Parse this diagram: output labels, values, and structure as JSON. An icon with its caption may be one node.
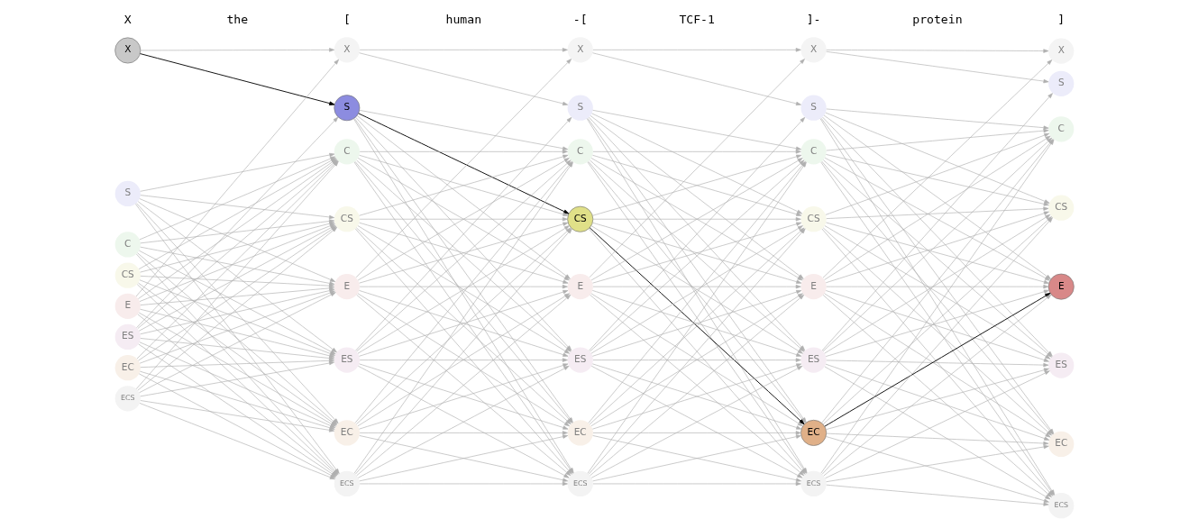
{
  "diagram": {
    "nodes": [
      {
        "text": [
          "X"
        ]
      },
      {
        "text": [
          "S"
        ]
      },
      {
        "text": [
          "C"
        ]
      },
      {
        "text": [
          "CS"
        ]
      },
      {
        "text": [
          "E"
        ]
      },
      {
        "text": [
          "ES"
        ]
      },
      {
        "text": [
          "EC"
        ]
      },
      {
        "text": [
          "ECS"
        ]
      },
      {
        "text": [
          "X"
        ]
      },
      {
        "text": [
          "S"
        ]
      },
      {
        "text": [
          "C"
        ]
      },
      {
        "text": [
          "CS"
        ]
      },
      {
        "text": [
          "E"
        ]
      },
      {
        "text": [
          "ES"
        ]
      },
      {
        "text": [
          "EC"
        ]
      },
      {
        "text": [
          "ECS"
        ]
      },
      {
        "text": [
          "X"
        ]
      },
      {
        "text": [
          "S"
        ]
      },
      {
        "text": [
          "C"
        ]
      },
      {
        "text": [
          "CS"
        ]
      },
      {
        "text": [
          "E"
        ]
      },
      {
        "text": [
          "ES"
        ]
      },
      {
        "text": [
          "EC"
        ]
      },
      {
        "text": [
          "ECS"
        ]
      },
      {
        "text": [
          "X"
        ]
      },
      {
        "text": [
          "S"
        ]
      },
      {
        "text": [
          "C"
        ]
      },
      {
        "text": [
          "CS"
        ]
      },
      {
        "text": [
          "E"
        ]
      },
      {
        "text": [
          "ES"
        ]
      },
      {
        "text": [
          "EC"
        ]
      },
      {
        "text": [
          "ECS"
        ]
      },
      {
        "text": [
          "X"
        ]
      },
      {
        "text": [
          "S"
        ]
      },
      {
        "text": [
          "C"
        ]
      },
      {
        "text": [
          "CS"
        ]
      },
      {
        "text": [
          "E"
        ]
      },
      {
        "text": [
          "ES"
        ]
      },
      {
        "text": [
          "EC"
        ]
      },
      {
        "text": [
          "ECS"
        ]
      }
    ],
    "edges": [
      {
        "from": 0,
        "to": 8,
        "arrow": "to"
      },
      {
        "from": 0,
        "to": 9,
        "arrow": "to",
        "color": "#000000"
      },
      {
        "from": 4,
        "to": 8,
        "arrow": "to"
      },
      {
        "from": 5,
        "to": 9,
        "arrow": "to"
      },
      {
        "from": 1,
        "to": 10,
        "arrow": "to"
      },
      {
        "from": 1,
        "to": 11,
        "arrow": "to"
      },
      {
        "from": 1,
        "to": 12,
        "arrow": "to"
      },
      {
        "from": 1,
        "to": 13,
        "arrow": "to"
      },
      {
        "from": 1,
        "to": 14,
        "arrow": "to"
      },
      {
        "from": 1,
        "to": 15,
        "arrow": "to"
      },
      {
        "from": 2,
        "to": 10,
        "arrow": "to"
      },
      {
        "from": 2,
        "to": 11,
        "arrow": "to"
      },
      {
        "from": 2,
        "to": 12,
        "arrow": "to"
      },
      {
        "from": 2,
        "to": 13,
        "arrow": "to"
      },
      {
        "from": 2,
        "to": 14,
        "arrow": "to"
      },
      {
        "from": 2,
        "to": 15,
        "arrow": "to"
      },
      {
        "from": 3,
        "to": 10,
        "arrow": "to"
      },
      {
        "from": 3,
        "to": 11,
        "arrow": "to"
      },
      {
        "from": 3,
        "to": 12,
        "arrow": "to"
      },
      {
        "from": 3,
        "to": 13,
        "arrow": "to"
      },
      {
        "from": 3,
        "to": 14,
        "arrow": "to"
      },
      {
        "from": 3,
        "to": 15,
        "arrow": "to"
      },
      {
        "from": 4,
        "to": 10,
        "arrow": "to"
      },
      {
        "from": 4,
        "to": 11,
        "arrow": "to"
      },
      {
        "from": 4,
        "to": 12,
        "arrow": "to"
      },
      {
        "from": 4,
        "to": 13,
        "arrow": "to"
      },
      {
        "from": 4,
        "to": 14,
        "arrow": "to"
      },
      {
        "from": 4,
        "to": 15,
        "arrow": "to"
      },
      {
        "from": 5,
        "to": 10,
        "arrow": "to"
      },
      {
        "from": 5,
        "to": 11,
        "arrow": "to"
      },
      {
        "from": 5,
        "to": 12,
        "arrow": "to"
      },
      {
        "from": 5,
        "to": 13,
        "arrow": "to"
      },
      {
        "from": 5,
        "to": 14,
        "arrow": "to"
      },
      {
        "from": 5,
        "to": 15,
        "arrow": "to"
      },
      {
        "from": 6,
        "to": 10,
        "arrow": "to"
      },
      {
        "from": 6,
        "to": 11,
        "arrow": "to"
      },
      {
        "from": 6,
        "to": 12,
        "arrow": "to"
      },
      {
        "from": 6,
        "to": 13,
        "arrow": "to"
      },
      {
        "from": 6,
        "to": 14,
        "arrow": "to"
      },
      {
        "from": 6,
        "to": 15,
        "arrow": "to"
      },
      {
        "from": 7,
        "to": 10,
        "arrow": "to"
      },
      {
        "from": 7,
        "to": 11,
        "arrow": "to"
      },
      {
        "from": 7,
        "to": 12,
        "arrow": "to"
      },
      {
        "from": 7,
        "to": 13,
        "arrow": "to"
      },
      {
        "from": 7,
        "to": 14,
        "arrow": "to"
      },
      {
        "from": 7,
        "to": 15,
        "arrow": "to"
      },
      {
        "from": 8,
        "to": 16,
        "arrow": "to"
      },
      {
        "from": 8,
        "to": 17,
        "arrow": "to"
      },
      {
        "from": 12,
        "to": 16,
        "arrow": "to"
      },
      {
        "from": 13,
        "to": 17,
        "arrow": "to"
      },
      {
        "from": 9,
        "to": 18,
        "arrow": "to"
      },
      {
        "from": 9,
        "to": 19,
        "arrow": "to",
        "color": "#000000"
      },
      {
        "from": 9,
        "to": 20,
        "arrow": "to"
      },
      {
        "from": 9,
        "to": 21,
        "arrow": "to"
      },
      {
        "from": 9,
        "to": 22,
        "arrow": "to"
      },
      {
        "from": 9,
        "to": 23,
        "arrow": "to"
      },
      {
        "from": 10,
        "to": 18,
        "arrow": "to"
      },
      {
        "from": 10,
        "to": 19,
        "arrow": "to"
      },
      {
        "from": 10,
        "to": 20,
        "arrow": "to"
      },
      {
        "from": 10,
        "to": 21,
        "arrow": "to"
      },
      {
        "from": 10,
        "to": 22,
        "arrow": "to"
      },
      {
        "from": 10,
        "to": 23,
        "arrow": "to"
      },
      {
        "from": 11,
        "to": 18,
        "arrow": "to"
      },
      {
        "from": 11,
        "to": 19,
        "arrow": "to"
      },
      {
        "from": 11,
        "to": 20,
        "arrow": "to"
      },
      {
        "from": 11,
        "to": 21,
        "arrow": "to"
      },
      {
        "from": 11,
        "to": 22,
        "arrow": "to"
      },
      {
        "from": 11,
        "to": 23,
        "arrow": "to"
      },
      {
        "from": 12,
        "to": 18,
        "arrow": "to"
      },
      {
        "from": 12,
        "to": 19,
        "arrow": "to"
      },
      {
        "from": 12,
        "to": 20,
        "arrow": "to"
      },
      {
        "from": 12,
        "to": 21,
        "arrow": "to"
      },
      {
        "from": 12,
        "to": 22,
        "arrow": "to"
      },
      {
        "from": 12,
        "to": 23,
        "arrow": "to"
      },
      {
        "from": 13,
        "to": 18,
        "arrow": "to"
      },
      {
        "from": 13,
        "to": 19,
        "arrow": "to"
      },
      {
        "from": 13,
        "to": 20,
        "arrow": "to"
      },
      {
        "from": 13,
        "to": 21,
        "arrow": "to"
      },
      {
        "from": 13,
        "to": 22,
        "arrow": "to"
      },
      {
        "from": 13,
        "to": 23,
        "arrow": "to"
      },
      {
        "from": 14,
        "to": 18,
        "arrow": "to"
      },
      {
        "from": 14,
        "to": 19,
        "arrow": "to"
      },
      {
        "from": 14,
        "to": 20,
        "arrow": "to"
      },
      {
        "from": 14,
        "to": 21,
        "arrow": "to"
      },
      {
        "from": 14,
        "to": 22,
        "arrow": "to"
      },
      {
        "from": 14,
        "to": 23,
        "arrow": "to"
      },
      {
        "from": 15,
        "to": 18,
        "arrow": "to"
      },
      {
        "from": 15,
        "to": 19,
        "arrow": "to"
      },
      {
        "from": 15,
        "to": 20,
        "arrow": "to"
      },
      {
        "from": 15,
        "to": 21,
        "arrow": "to"
      },
      {
        "from": 15,
        "to": 22,
        "arrow": "to"
      },
      {
        "from": 15,
        "to": 23,
        "arrow": "to"
      },
      {
        "from": 16,
        "to": 24,
        "arrow": "to"
      },
      {
        "from": 16,
        "to": 25,
        "arrow": "to"
      },
      {
        "from": 20,
        "to": 24,
        "arrow": "to"
      },
      {
        "from": 21,
        "to": 25,
        "arrow": "to"
      },
      {
        "from": 17,
        "to": 26,
        "arrow": "to"
      },
      {
        "from": 17,
        "to": 27,
        "arrow": "to"
      },
      {
        "from": 17,
        "to": 28,
        "arrow": "to"
      },
      {
        "from": 17,
        "to": 29,
        "arrow": "to"
      },
      {
        "from": 17,
        "to": 30,
        "arrow": "to"
      },
      {
        "from": 17,
        "to": 31,
        "arrow": "to"
      },
      {
        "from": 18,
        "to": 26,
        "arrow": "to"
      },
      {
        "from": 18,
        "to": 27,
        "arrow": "to"
      },
      {
        "from": 18,
        "to": 28,
        "arrow": "to"
      },
      {
        "from": 18,
        "to": 29,
        "arrow": "to"
      },
      {
        "from": 18,
        "to": 30,
        "arrow": "to"
      },
      {
        "from": 18,
        "to": 31,
        "arrow": "to"
      },
      {
        "from": 19,
        "to": 26,
        "arrow": "to"
      },
      {
        "from": 19,
        "to": 27,
        "arrow": "to"
      },
      {
        "from": 19,
        "to": 28,
        "arrow": "to"
      },
      {
        "from": 19,
        "to": 29,
        "arrow": "to"
      },
      {
        "from": 19,
        "to": 30,
        "arrow": "to",
        "color": "#000000"
      },
      {
        "from": 19,
        "to": 31,
        "arrow": "to"
      },
      {
        "from": 20,
        "to": 26,
        "arrow": "to"
      },
      {
        "from": 20,
        "to": 27,
        "arrow": "to"
      },
      {
        "from": 20,
        "to": 28,
        "arrow": "to"
      },
      {
        "from": 20,
        "to": 29,
        "arrow": "to"
      },
      {
        "from": 20,
        "to": 30,
        "arrow": "to"
      },
      {
        "from": 20,
        "to": 31,
        "arrow": "to"
      },
      {
        "from": 21,
        "to": 26,
        "arrow": "to"
      },
      {
        "from": 21,
        "to": 27,
        "arrow": "to"
      },
      {
        "from": 21,
        "to": 28,
        "arrow": "to"
      },
      {
        "from": 21,
        "to": 29,
        "arrow": "to"
      },
      {
        "from": 21,
        "to": 30,
        "arrow": "to"
      },
      {
        "from": 21,
        "to": 31,
        "arrow": "to"
      },
      {
        "from": 22,
        "to": 26,
        "arrow": "to"
      },
      {
        "from": 22,
        "to": 27,
        "arrow": "to"
      },
      {
        "from": 22,
        "to": 28,
        "arrow": "to"
      },
      {
        "from": 22,
        "to": 29,
        "arrow": "to"
      },
      {
        "from": 22,
        "to": 30,
        "arrow": "to"
      },
      {
        "from": 22,
        "to": 31,
        "arrow": "to"
      },
      {
        "from": 23,
        "to": 26,
        "arrow": "to"
      },
      {
        "from": 23,
        "to": 27,
        "arrow": "to"
      },
      {
        "from": 23,
        "to": 28,
        "arrow": "to"
      },
      {
        "from": 23,
        "to": 29,
        "arrow": "to"
      },
      {
        "from": 23,
        "to": 30,
        "arrow": "to"
      },
      {
        "from": 23,
        "to": 31,
        "arrow": "to"
      },
      {
        "from": 24,
        "to": 32,
        "arrow": "to"
      },
      {
        "from": 24,
        "to": 33,
        "arrow": "to"
      },
      {
        "from": 28,
        "to": 32,
        "arrow": "to"
      },
      {
        "from": 29,
        "to": 33,
        "arrow": "to"
      },
      {
        "from": 25,
        "to": 34,
        "arrow": "to"
      },
      {
        "from": 25,
        "to": 35,
        "arrow": "to"
      },
      {
        "from": 25,
        "to": 36,
        "arrow": "to"
      },
      {
        "from": 25,
        "to": 37,
        "arrow": "to"
      },
      {
        "from": 25,
        "to": 38,
        "arrow": "to"
      },
      {
        "from": 25,
        "to": 39,
        "arrow": "to"
      },
      {
        "from": 26,
        "to": 34,
        "arrow": "to"
      },
      {
        "from": 26,
        "to": 35,
        "arrow": "to"
      },
      {
        "from": 26,
        "to": 36,
        "arrow": "to"
      },
      {
        "from": 26,
        "to": 37,
        "arrow": "to"
      },
      {
        "from": 26,
        "to": 38,
        "arrow": "to"
      },
      {
        "from": 26,
        "to": 39,
        "arrow": "to"
      },
      {
        "from": 27,
        "to": 34,
        "arrow": "to"
      },
      {
        "from": 27,
        "to": 35,
        "arrow": "to"
      },
      {
        "from": 27,
        "to": 36,
        "arrow": "to"
      },
      {
        "from": 27,
        "to": 37,
        "arrow": "to"
      },
      {
        "from": 27,
        "to": 38,
        "arrow": "to"
      },
      {
        "from": 27,
        "to": 39,
        "arrow": "to"
      },
      {
        "from": 28,
        "to": 34,
        "arrow": "to"
      },
      {
        "from": 28,
        "to": 35,
        "arrow": "to"
      },
      {
        "from": 28,
        "to": 36,
        "arrow": "to"
      },
      {
        "from": 28,
        "to": 37,
        "arrow": "to"
      },
      {
        "from": 28,
        "to": 38,
        "arrow": "to"
      },
      {
        "from": 28,
        "to": 39,
        "arrow": "to"
      },
      {
        "from": 29,
        "to": 34,
        "arrow": "to"
      },
      {
        "from": 29,
        "to": 35,
        "arrow": "to"
      },
      {
        "from": 29,
        "to": 36,
        "arrow": "to"
      },
      {
        "from": 29,
        "to": 37,
        "arrow": "to"
      },
      {
        "from": 29,
        "to": 38,
        "arrow": "to"
      },
      {
        "from": 29,
        "to": 39,
        "arrow": "to"
      },
      {
        "from": 30,
        "to": 34,
        "arrow": "to"
      },
      {
        "from": 30,
        "to": 35,
        "arrow": "to"
      },
      {
        "from": 30,
        "to": 36,
        "arrow": "to",
        "color": "#000000"
      },
      {
        "from": 30,
        "to": 37,
        "arrow": "to"
      },
      {
        "from": 30,
        "to": 38,
        "arrow": "to"
      },
      {
        "from": 30,
        "to": 39,
        "arrow": "to"
      },
      {
        "from": 31,
        "to": 34,
        "arrow": "to"
      },
      {
        "from": 31,
        "to": 35,
        "arrow": "to"
      },
      {
        "from": 31,
        "to": 36,
        "arrow": "to"
      },
      {
        "from": 31,
        "to": 37,
        "arrow": "to"
      },
      {
        "from": 31,
        "to": 38,
        "arrow": "to"
      },
      {
        "from": 31,
        "to": 39,
        "arrow": "to"
      }
    ],
    "labels": [
      "X",
      "the",
      "[",
      "human",
      "-[",
      "TCF-1",
      "]-",
      "protein",
      "]"
    ]
  }
}
